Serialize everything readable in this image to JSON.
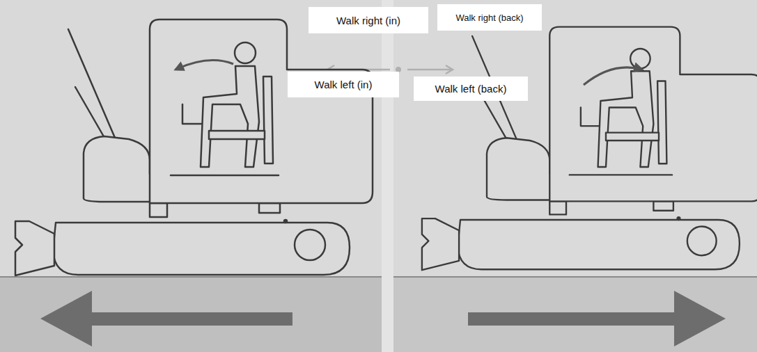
{
  "diagram": {
    "labels": [
      "Walk right (in)",
      "Walk right (back)",
      "Walk left (in)",
      "Walk left (back)"
    ]
  }
}
